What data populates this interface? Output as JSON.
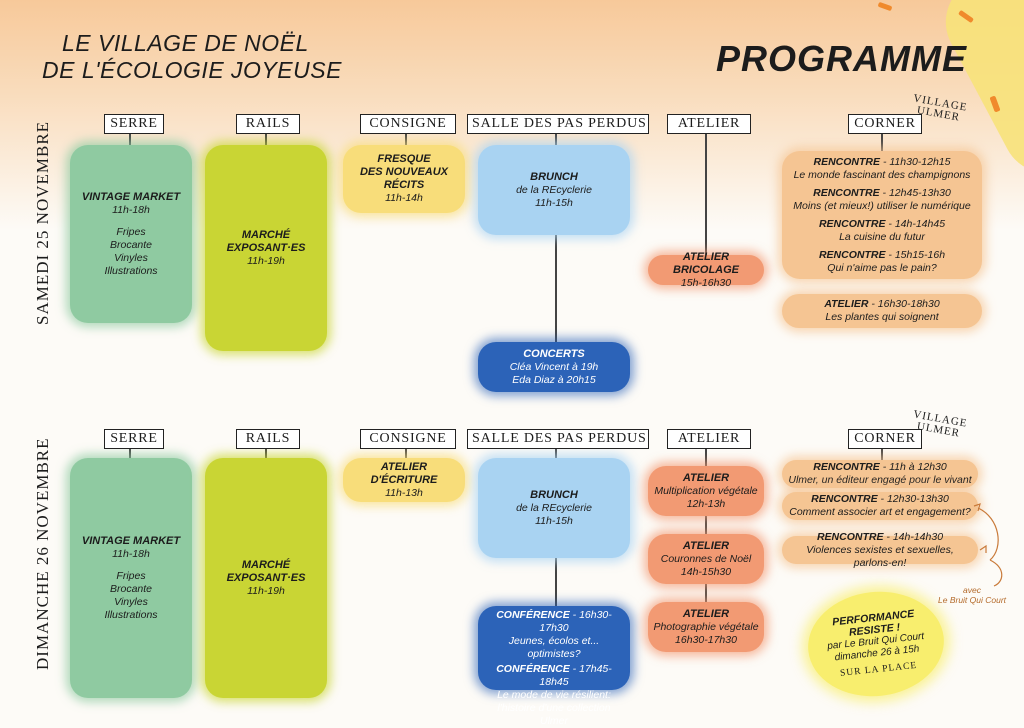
{
  "header": {
    "title_line1": "LE VILLAGE DE NOËL",
    "title_line2": "DE L'ÉCOLOGIE JOYEUSE",
    "programme": "PROGRAMME"
  },
  "columns": [
    "SERRE",
    "RAILS",
    "CONSIGNE",
    "SALLE DES PAS PERDUS",
    "ATELIER",
    "CORNER"
  ],
  "village_label": [
    "VILLAGE",
    "ULMER"
  ],
  "saturday": {
    "day": "SAMEDI 25 NOVEMBRE",
    "serre": {
      "title": "VINTAGE MARKET",
      "time": "11h-18h",
      "items": [
        "Fripes",
        "Brocante",
        "Vinyles",
        "Illustrations"
      ]
    },
    "rails": {
      "title": "MARCHÉ EXPOSANT·ES",
      "time": "11h-19h"
    },
    "consigne": {
      "title_line1": "FRESQUE",
      "title_line2": "DES NOUVEAUX RÉCITS",
      "time": "11h-14h"
    },
    "salle_brunch": {
      "title": "BRUNCH",
      "sub": "de la REcyclerie",
      "time": "11h-15h"
    },
    "salle_concerts": {
      "title": "CONCERTS",
      "lines": [
        "Cléa Vincent à 19h",
        "Eda Diaz à 20h15"
      ]
    },
    "atelier": {
      "title": "ATELIER BRICOLAGE",
      "time": "15h-16h30"
    },
    "corner": [
      {
        "name": "RENCONTRE",
        "time": " - 11h30-12h15",
        "desc": "Le monde fascinant des champignons"
      },
      {
        "name": "RENCONTRE",
        "time": " - 12h45-13h30",
        "desc": "Moins (et mieux!) utiliser le numérique"
      },
      {
        "name": "RENCONTRE",
        "time": " - 14h-14h45",
        "desc": "La cuisine du futur"
      },
      {
        "name": "RENCONTRE",
        "time": " - 15h15-16h",
        "desc": "Qui n'aime pas le pain?"
      }
    ],
    "corner_atelier": {
      "name": "ATELIER",
      "time": " - 16h30-18h30",
      "desc": "Les plantes qui soignent"
    }
  },
  "sunday": {
    "day": "DIMANCHE 26 NOVEMBRE",
    "serre": {
      "title": "VINTAGE MARKET",
      "time": "11h-18h",
      "items": [
        "Fripes",
        "Brocante",
        "Vinyles",
        "Illustrations"
      ]
    },
    "rails": {
      "title": "MARCHÉ EXPOSANT·ES",
      "time": "11h-19h"
    },
    "consigne": {
      "title": "ATELIER D'ÉCRITURE",
      "time": "11h-13h"
    },
    "salle_brunch": {
      "title": "BRUNCH",
      "sub": "de la REcyclerie",
      "time": "11h-15h"
    },
    "salle_conf": [
      {
        "name": "CONFÉRENCE",
        "time": " - 16h30-17h30",
        "desc": "Jeunes, écolos et... optimistes?"
      },
      {
        "name": "CONFÉRENCE",
        "time": " - 17h45-18h45",
        "desc": "Le mode de vie résilient: l'histoire d'une collection Ulmer"
      }
    ],
    "ateliers": [
      {
        "title": "ATELIER",
        "desc": "Multiplication végétale",
        "time": "12h-13h"
      },
      {
        "title": "ATELIER",
        "desc": "Couronnes de Noël",
        "time": "14h-15h30"
      },
      {
        "title": "ATELIER",
        "desc": "Photographie végétale",
        "time": "16h30-17h30"
      }
    ],
    "corner": [
      {
        "name": "RENCONTRE",
        "time": " - 11h à 12h30",
        "desc": "Ulmer, un éditeur engagé pour le vivant"
      },
      {
        "name": "RENCONTRE",
        "time": " - 12h30-13h30",
        "desc": "Comment associer art et engagement?"
      },
      {
        "name": "RENCONTRE",
        "time": " - 14h-14h30",
        "desc": "Violences sexistes et sexuelles, parlons-en!"
      }
    ],
    "avec": [
      "avec",
      "Le Bruit Qui Court"
    ],
    "performance": {
      "title_line1": "PERFORMANCE",
      "title_line2": "RESISTE !",
      "line1": "par Le Bruit Qui Court",
      "line2": "dimanche 26 à 15h",
      "place": "SUR LA PLACE"
    }
  }
}
